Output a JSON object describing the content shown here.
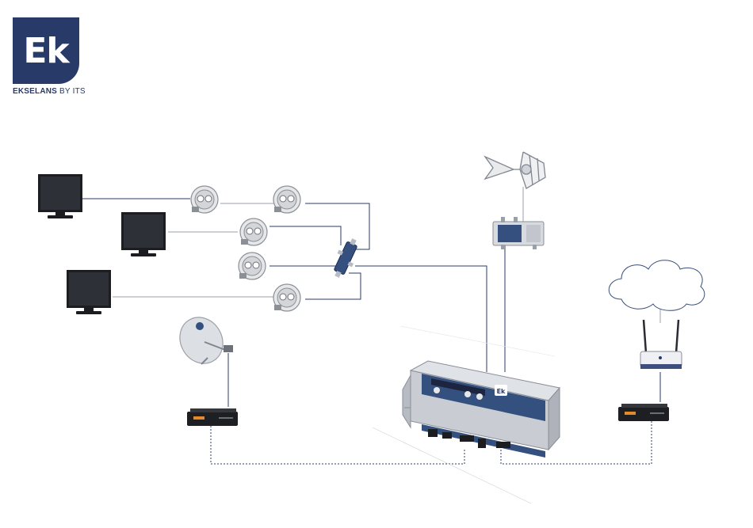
{
  "logo": {
    "mark": "Ek",
    "brand": "EKSELANS",
    "suffix": "BY ITS"
  },
  "colors": {
    "brand_navy": "#283b68",
    "device_grey": "#c9cdd3",
    "line_grey": "#9aa0a8",
    "line_navy": "#283b68"
  },
  "icons": [
    "tv-icon",
    "wall-socket-icon",
    "splitter-icon",
    "antenna-icon",
    "amplifier-icon",
    "satellite-dish-icon",
    "set-top-box-icon",
    "cloud-icon",
    "router-icon",
    "modulator-icon"
  ],
  "modulator": {
    "badge": "Ek"
  }
}
